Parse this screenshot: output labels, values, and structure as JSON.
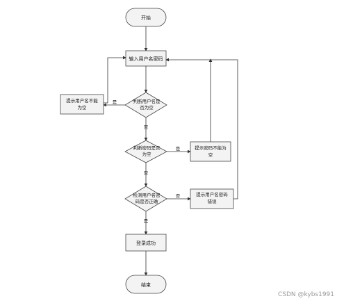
{
  "nodes": {
    "start": "开始",
    "input": "输入用户名密码",
    "check_user_1": "判断用户名是",
    "check_user_2": "否为空",
    "user_empty_1": "提示用户名不能",
    "user_empty_2": "为空",
    "check_pwd_1": "判断密码是否",
    "check_pwd_2": "为空",
    "pwd_empty_1": "提示密码不能为",
    "pwd_empty_2": "空",
    "check_correct_1": "检测用户名密",
    "check_correct_2": "码是否正确",
    "wrong_1": "提示用户名密码",
    "wrong_2": "错误",
    "success": "登录成功",
    "end": "结束"
  },
  "edges": {
    "yes": "是",
    "no": "否"
  },
  "watermark": "CSDN @kybs1991"
}
